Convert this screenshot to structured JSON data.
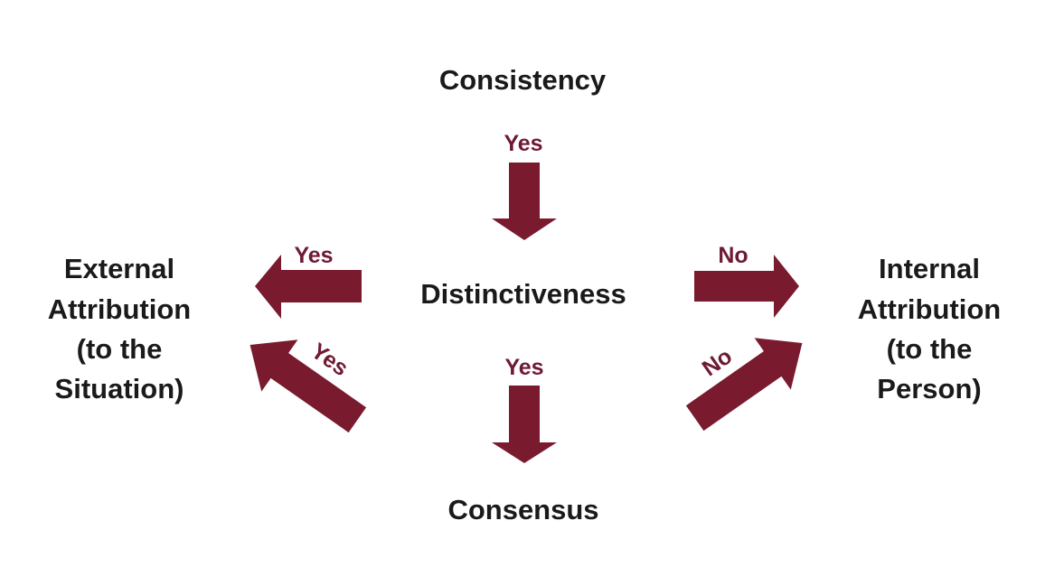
{
  "diagram": {
    "colors": {
      "arrow": "#7a1a2e",
      "label": "#6e1a33",
      "node_text": "#1a1a1a",
      "background": "#ffffff"
    },
    "nodes": {
      "consistency": {
        "label": "Consistency"
      },
      "distinctiveness": {
        "label": "Distinctiveness"
      },
      "consensus": {
        "label": "Consensus"
      },
      "external": {
        "lines": [
          "External",
          "Attribution",
          "(to the",
          "Situation)"
        ]
      },
      "internal": {
        "lines": [
          "Internal",
          "Attribution",
          "(to the",
          "Person)"
        ]
      }
    },
    "edges": {
      "consistency_down": {
        "label": "Yes",
        "from": "Consistency",
        "to": "Distinctiveness"
      },
      "distinctiveness_left": {
        "label": "Yes",
        "from": "Distinctiveness",
        "to": "External Attribution"
      },
      "distinctiveness_right": {
        "label": "No",
        "from": "Distinctiveness",
        "to": "Internal Attribution"
      },
      "distinctiveness_down": {
        "label": "Yes",
        "from": "Distinctiveness",
        "to": "Consensus"
      },
      "consensus_upleft": {
        "label": "Yes",
        "from": "Consensus",
        "to": "External Attribution"
      },
      "consensus_upright": {
        "label": "No",
        "from": "Consensus",
        "to": "Internal Attribution"
      }
    }
  }
}
